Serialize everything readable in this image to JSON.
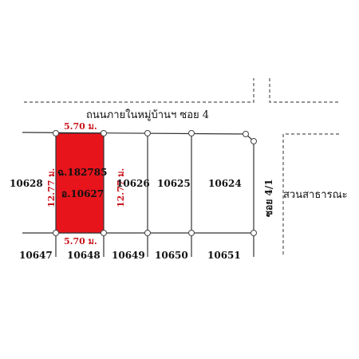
{
  "map": {
    "road_main_label": "ถนนภายในหมู่บ้านฯ ซอย 4",
    "road_side_label": "ซอย 4/1",
    "park_label": "สวนสาธารณะ",
    "highlight_color": "#e8141c",
    "dimension_color": "#c8141c",
    "subject_plot": {
      "deed_number": "ฉ.182785",
      "parcel_number": " อ.10627",
      "width_top": "5.70 ม.",
      "width_bottom": "5.70 ม.",
      "depth_left": "12.77 ม.",
      "depth_right": "12.77 ม."
    },
    "upper_row_plots": [
      "10628",
      "10626",
      "10625",
      "10624"
    ],
    "lower_row_plots": [
      "10647",
      "10648",
      "10649",
      "10650",
      "10651"
    ]
  }
}
